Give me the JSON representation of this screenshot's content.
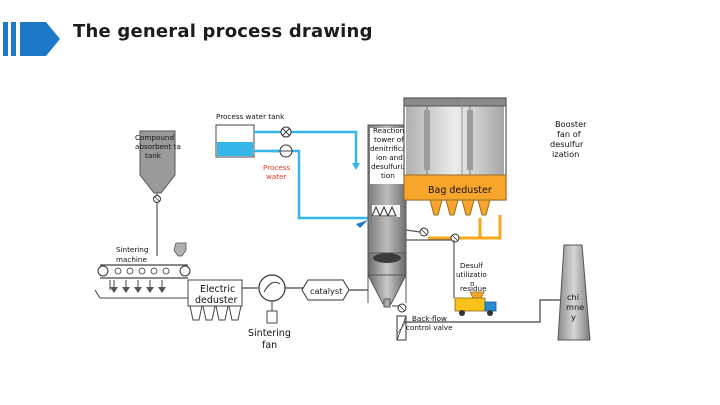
{
  "title": "The general process drawing",
  "labels": {
    "process_water_tank": "Process water tank",
    "compound_absorbent_tank": [
      "Compound",
      "absorbent ta",
      "tank"
    ],
    "process_water": [
      "Process",
      "water"
    ],
    "reaction_tower": [
      "Reaction",
      "tower of",
      "denitrificat",
      "ion and",
      "desulfuriza",
      "tion"
    ],
    "booster_fan": [
      "Booster",
      "fan of",
      "desulfur",
      "ization"
    ],
    "bag_deduster": "Bag deduster",
    "sintering_machine": [
      "Sintering",
      "machine"
    ],
    "desulf_utilization": [
      "Desulf",
      "utilizatio",
      "n"
    ],
    "residue": "residue",
    "electric_deduster": [
      "Electric",
      "deduster"
    ],
    "catalyst": "catalyst",
    "chimney": [
      "chi",
      "mne",
      "y"
    ],
    "back_flow_valve": [
      "Back-flow",
      "control valve"
    ],
    "sintering_fan": [
      "Sintering",
      "fan"
    ]
  },
  "colors": {
    "accent_blue": "#1e78c8",
    "water_blue": "#35b6e8",
    "pipe_orange": "#f5a81c",
    "steel_gray": "#8c8c8c",
    "bag_yellow": "#f7a62b",
    "bag_frame": "#9a9a9a"
  }
}
